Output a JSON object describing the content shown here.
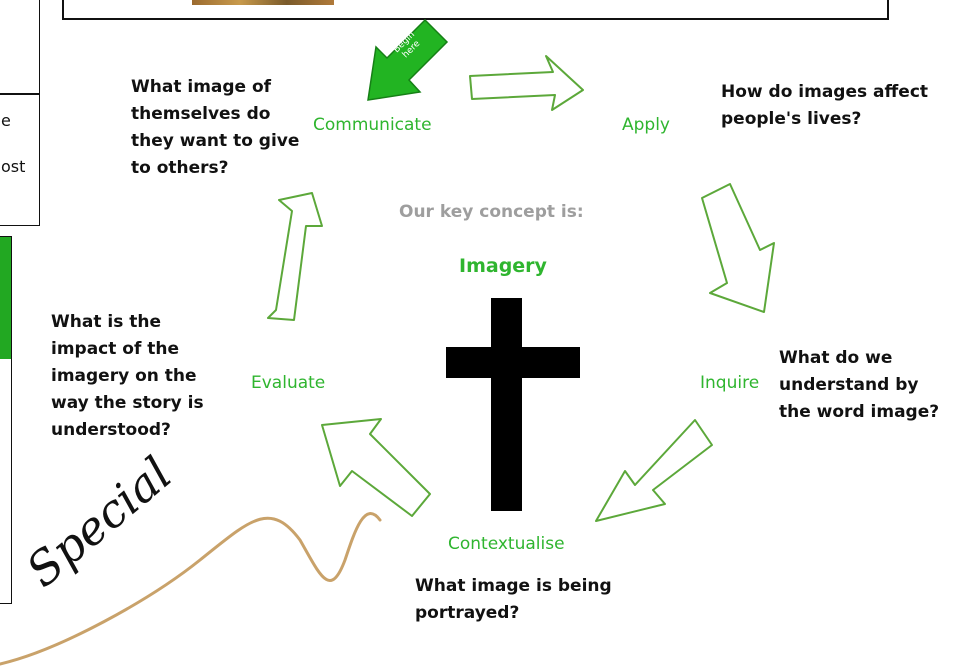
{
  "key_concept": {
    "label": "Our key concept is:",
    "value": "Imagery"
  },
  "start_marker": {
    "line1": "Begin",
    "line2": "here",
    "color": "#22b422"
  },
  "stages": [
    {
      "id": "communicate",
      "name": "Communicate",
      "question": [
        "What image of",
        "themselves do",
        "they want to give",
        "to others?"
      ]
    },
    {
      "id": "apply",
      "name": "Apply",
      "question": [
        "How do images affect",
        "people's lives?"
      ]
    },
    {
      "id": "inquire",
      "name": "Inquire",
      "question": [
        "What do we",
        "understand by",
        "the word image?"
      ]
    },
    {
      "id": "contextualise",
      "name": "Contextualise",
      "question": [
        "What image is being",
        "portrayed?"
      ]
    },
    {
      "id": "evaluate",
      "name": "Evaluate",
      "question": [
        "What is the",
        "impact of the",
        "imagery on the",
        "way the story is",
        "understood?"
      ]
    }
  ],
  "left_panel": {
    "fragment_1": "e",
    "fragment_2": "ost"
  },
  "handwriting": "Special",
  "colors": {
    "stage_green": "#2fb52f",
    "concept_grey": "#9e9e9e",
    "cross": "#000000",
    "swoosh": "#c9a26a"
  },
  "icons": {
    "center_symbol": "cross-icon"
  }
}
